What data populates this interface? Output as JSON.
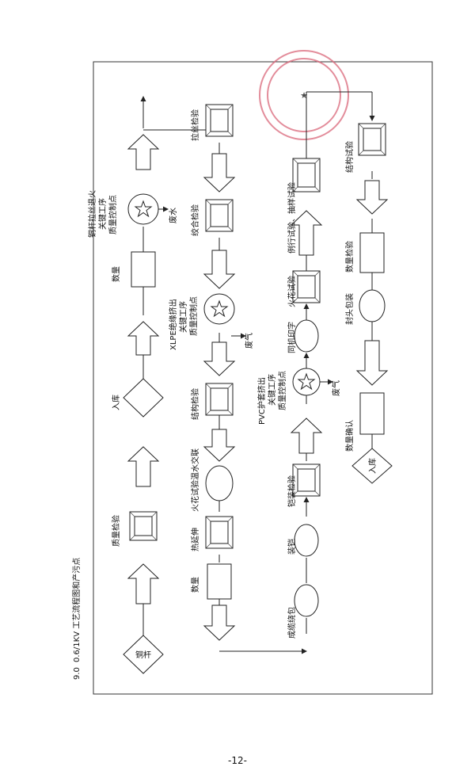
{
  "heading": {
    "number": "9.0",
    "title": "0.6/1KV 工艺流程图和产污点"
  },
  "page_number": "-12-",
  "nodes": {
    "start": "铜杆",
    "quality_check": "质量检验",
    "warehouse_in": "入库",
    "quantity_1": "数量",
    "annealing": [
      "铜杆拉丝退火",
      "关键工序",
      "质量控制点"
    ],
    "wastewater": "废水",
    "drawing_check": "拉丝检验",
    "stranding_check": "绞合检验",
    "xlpe": [
      "XLPE绝缘挤出",
      "关键工序",
      "质量控制点"
    ],
    "waste_gas_1": "废气",
    "structure_check_1": "结构检验",
    "spark_crosslink": "火花试验温水交联",
    "hot_elongation": "热延伸",
    "quantity_2": "数量",
    "cabling_wrap": "成缆绕包",
    "armoring": "装铠",
    "armor_check": "铠装检验",
    "pvc": [
      "PVC护套挤出",
      "关键工序",
      "质量控制点"
    ],
    "waste_gas_2": "废气",
    "synchronous_print": "同机印字",
    "spark_test": "火花试验",
    "routine_test": "例行试验、抽样试验",
    "structure_test": "结构试验",
    "quantity_check": "数量检验",
    "seal_pack": "封头包装",
    "quantity_confirm": "数量确认",
    "final_storage": "入库"
  }
}
